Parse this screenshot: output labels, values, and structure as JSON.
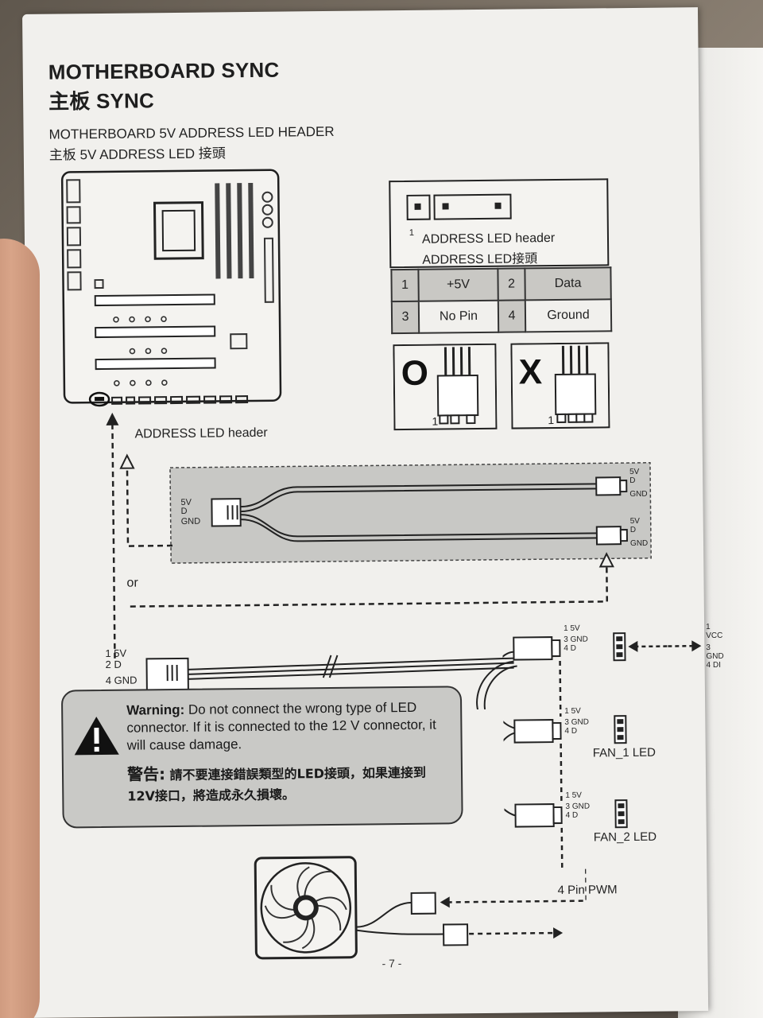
{
  "title": {
    "en": "MOTHERBOARD SYNC",
    "cn": "主板 SYNC"
  },
  "subtitle": {
    "en": "MOTHERBOARD 5V ADDRESS LED HEADER",
    "cn": "主板 5V ADDRESS LED 接頭"
  },
  "header_box": {
    "pin_label": "1",
    "caption_en": "ADDRESS LED header",
    "caption_cn": "ADDRESS LED接頭"
  },
  "pin_table": [
    {
      "num": "1",
      "value": "+5V",
      "num2": "2",
      "value2": "Data"
    },
    {
      "num": "3",
      "value": "No Pin",
      "num2": "4",
      "value2": "Ground"
    }
  ],
  "correct_mark": "O",
  "wrong_mark": "X",
  "plug_pin_label": "1",
  "mb_header_label": "ADDRESS LED header",
  "splitter": {
    "left": [
      "5V",
      "D",
      "GND"
    ],
    "right_top": [
      "5V",
      "D",
      "GND"
    ],
    "right_bottom": [
      "5V",
      "D",
      "GND"
    ]
  },
  "or_label": "or",
  "cable_left_pins": [
    "1 5V",
    "2 D",
    "4 GND"
  ],
  "fan_connectors": [
    {
      "pins": [
        "1 5V",
        "3 GND",
        "4 D"
      ],
      "label": ""
    },
    {
      "pins": [
        "1 5V",
        "3 GND",
        "4 D"
      ],
      "label": "FAN_1 LED"
    },
    {
      "pins": [
        "1 5V",
        "3 GND",
        "4 D"
      ],
      "label": "FAN_2 LED"
    }
  ],
  "external_pins": [
    "1 VCC",
    "3 GND",
    "4 DI"
  ],
  "warning": {
    "lead_en": "Warning:",
    "body_en": " Do not connect the wrong type of LED connector. If it is connected to the 12 V connector, it will cause damage.",
    "lead_cn": "警告:",
    "body_cn": " 請不要連接錯誤類型的LED接頭，如果連接到12V接口，將造成永久損壞。"
  },
  "pwm_label": "4 Pin PWM",
  "page_number": "- 7 -"
}
